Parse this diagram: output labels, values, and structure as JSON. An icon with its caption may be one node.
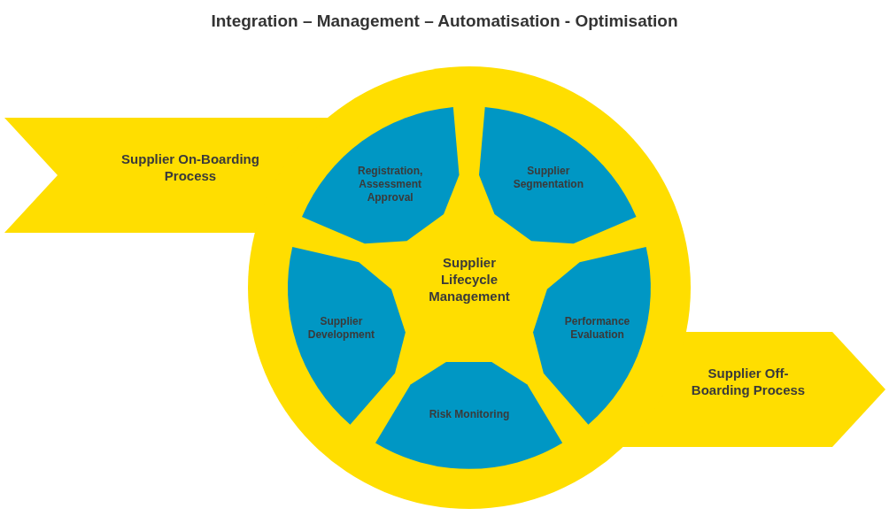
{
  "diagram": {
    "title": "Integration – Management – Automatisation - Optimisation",
    "nodes": [
      {
        "text": [
          "Supplier On-Boarding Process"
        ]
      },
      {
        "text": [
          "Supplier Lifecycle Management"
        ]
      },
      {
        "text": [
          "Registration, Assessment Approval"
        ],
        "in": 1
      },
      {
        "text": [
          "Supplier Segmentation"
        ],
        "in": 1
      },
      {
        "text": [
          "Performance Evaluation"
        ],
        "in": 1
      },
      {
        "text": [
          "Risk Monitoring"
        ],
        "in": 1
      },
      {
        "text": [
          "Supplier Development"
        ],
        "in": 1
      },
      {
        "text": [
          "Supplier Off-Boarding Process"
        ]
      }
    ],
    "edges": []
  }
}
